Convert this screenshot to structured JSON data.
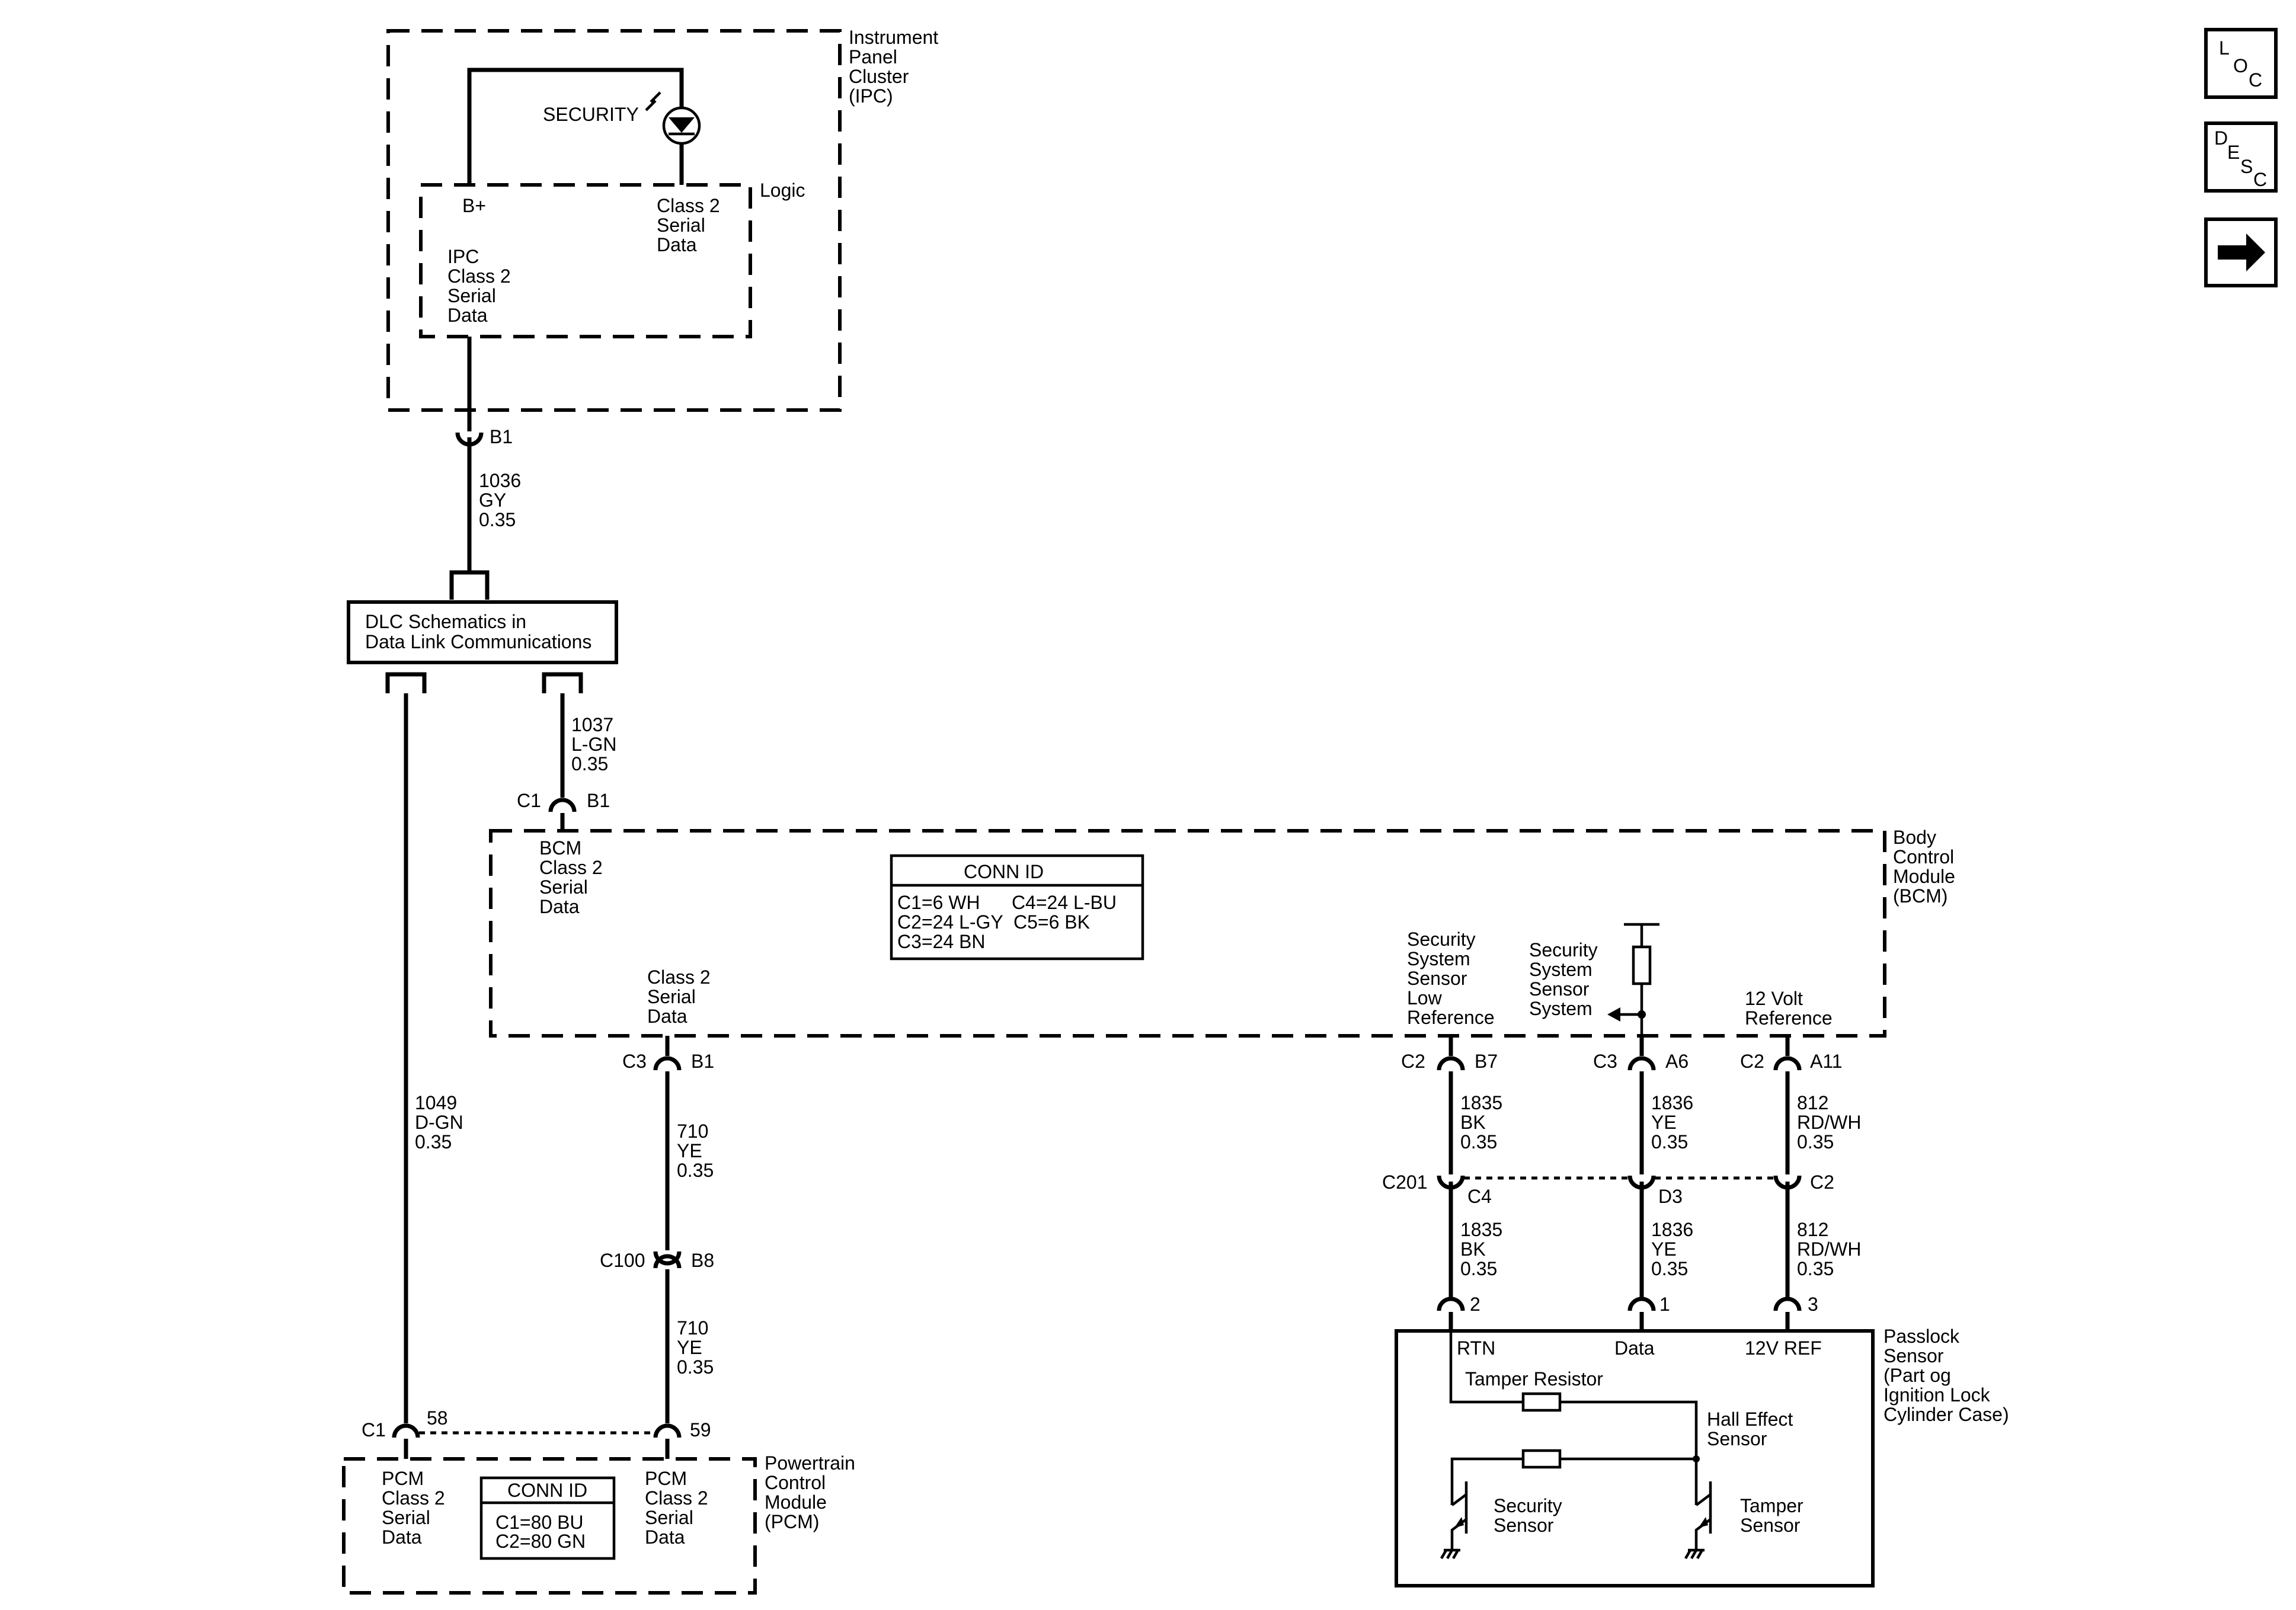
{
  "nav": {
    "loc": [
      "L",
      "O",
      "C"
    ],
    "desc": [
      "D",
      "E",
      "S",
      "C"
    ]
  },
  "ipc": {
    "title": [
      "Instrument",
      "Panel",
      "Cluster",
      "(IPC)"
    ],
    "logic": "Logic",
    "security": "SECURITY",
    "bplus": "B+",
    "class2": [
      "Class 2",
      "Serial",
      "Data"
    ],
    "ipc_data": [
      "IPC",
      "Class 2",
      "Serial",
      "Data"
    ],
    "conn": "B1"
  },
  "wire_1036": [
    "1036",
    "GY",
    "0.35"
  ],
  "dlc": {
    "line1": "DLC Schematics in",
    "line2": "Data Link Communications"
  },
  "wire_1037": [
    "1037",
    "L-GN",
    "0.35"
  ],
  "wire_1049": [
    "1049",
    "D-GN",
    "0.35"
  ],
  "bcm": {
    "title": [
      "Body",
      "Control",
      "Module",
      "(BCM)"
    ],
    "c1": "C1",
    "b1": "B1",
    "bcm_data": [
      "BCM",
      "Class 2",
      "Serial",
      "Data"
    ],
    "conn_id_title": "CONN ID",
    "conn_id_rows": [
      "C1=6 WH      C4=24 L-BU",
      "C2=24 L-GY  C5=6 BK",
      "C3=24 BN"
    ],
    "class2": [
      "Class 2",
      "Serial",
      "Data"
    ],
    "sens_low": [
      "Security",
      "System",
      "Sensor",
      "Low",
      "Reference"
    ],
    "sens_sys": [
      "Security",
      "System",
      "Sensor",
      "System"
    ],
    "ref12": [
      "12 Volt",
      "Reference"
    ],
    "c3": "C3",
    "b1b": "B1",
    "c2a": "C2",
    "b7": "B7",
    "c3b": "C3",
    "a6": "A6",
    "c2b": "C2",
    "a11": "A11"
  },
  "wire_710a": [
    "710",
    "YE",
    "0.35"
  ],
  "c100": {
    "name": "C100",
    "pin": "B8"
  },
  "wire_710b": [
    "710",
    "YE",
    "0.35"
  ],
  "wire_1835a": [
    "1835",
    "BK",
    "0.35"
  ],
  "wire_1836a": [
    "1836",
    "YE",
    "0.35"
  ],
  "wire_812a": [
    "812",
    "RD/WH",
    "0.35"
  ],
  "c201": {
    "name": "C201",
    "c4": "C4",
    "d3": "D3",
    "c2": "C2"
  },
  "wire_1835b": [
    "1835",
    "BK",
    "0.35"
  ],
  "wire_1836b": [
    "1836",
    "YE",
    "0.35"
  ],
  "wire_812b": [
    "812",
    "RD/WH",
    "0.35"
  ],
  "pcm": {
    "title": [
      "Powertrain",
      "Control",
      "Module",
      "(PCM)"
    ],
    "c1": "C1",
    "p58": "58",
    "p59": "59",
    "left": [
      "PCM",
      "Class 2",
      "Serial",
      "Data"
    ],
    "right": [
      "PCM",
      "Class 2",
      "Serial",
      "Data"
    ],
    "conn_id_title": "CONN ID",
    "conn_id_rows": [
      "C1=80 BU",
      "C2=80 GN"
    ]
  },
  "passlock": {
    "title": [
      "Passlock",
      "Sensor",
      "(Part og",
      "Ignition Lock",
      "Cylinder Case)"
    ],
    "pin2": "2",
    "pin1": "1",
    "pin3": "3",
    "rtn": "RTN",
    "data": "Data",
    "ref": "12V REF",
    "tamper_res": "Tamper Resistor",
    "hall": [
      "Hall Effect",
      "Sensor"
    ],
    "sec_sensor": [
      "Security",
      "Sensor"
    ],
    "tamper_sensor": [
      "Tamper",
      "Sensor"
    ]
  }
}
